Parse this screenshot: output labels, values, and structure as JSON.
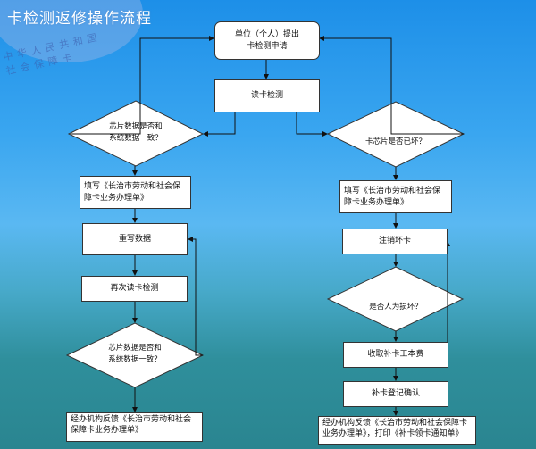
{
  "title": "卡检测返修操作流程",
  "watermark": {
    "line1": "中华人民共和国",
    "line2": "社会保障卡"
  },
  "nodes": {
    "start": "单位（个人）提出\n卡检测申请",
    "read": "读卡检测",
    "check_left": "芯片数据是否和\n系统数据一致？",
    "check_right": "卡芯片是否已坏？",
    "fill_left": "填写《长治市劳动和社会保障卡业务办理单》",
    "fill_right": "填写《长治市劳动和社会保障卡业务办理单》",
    "rewrite": "重写数据",
    "reread": "再次读卡检测",
    "check_left2": "芯片数据是否和\n系统数据一致？",
    "final_left": "经办机构反馈《长治市劳动和社会保障卡业务办理单》",
    "cancel": "注销坏卡",
    "human_damage": "是否人为损坏？",
    "fee": "收取补卡工本费",
    "confirm": "补卡登记确认",
    "final_right": "经办机构反馈《长治市劳动和社会保障卡业务办理单》，打印《补卡领卡通知单》"
  }
}
